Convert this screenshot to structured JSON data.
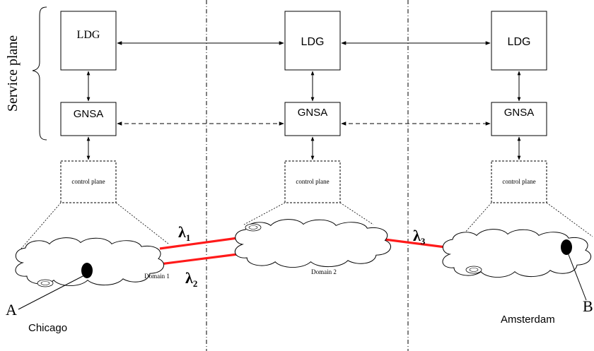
{
  "side_label": "Service plane",
  "domains": [
    {
      "ldg": "LDG",
      "gnsa": "GNSA",
      "control_plane": "control plane",
      "cloud_label": "Domain 1"
    },
    {
      "ldg": "LDG",
      "gnsa": "GNSA",
      "control_plane": "control plane",
      "cloud_label": "Domain 2"
    },
    {
      "ldg": "LDG",
      "gnsa": "GNSA",
      "control_plane": "control plane",
      "cloud_label": ""
    }
  ],
  "lambdas": [
    {
      "symbol": "λ",
      "sub": "1"
    },
    {
      "symbol": "λ",
      "sub": "2"
    },
    {
      "symbol": "λ",
      "sub": "3"
    }
  ],
  "endpoints": {
    "a": {
      "letter": "A",
      "city": "Chicago"
    },
    "b": {
      "letter": "B",
      "city": "Amsterdam"
    }
  },
  "colors": {
    "fiber": "#ff1a1a",
    "lines": "#000000",
    "background": "#ffffff"
  }
}
